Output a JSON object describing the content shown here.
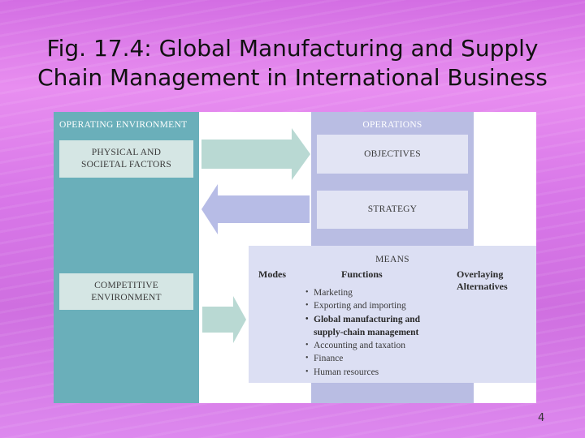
{
  "slide": {
    "title_line1": "Fig. 17.4: Global Manufacturing and Supply",
    "title_line2": "Chain Management in International Business",
    "page_number": "4"
  },
  "diagram": {
    "operating_environment": {
      "header": "OPERATING ENVIRONMENT",
      "physical_box_line1": "PHYSICAL AND",
      "physical_box_line2": "SOCIETAL FACTORS",
      "competitive_box_line1": "COMPETITIVE",
      "competitive_box_line2": "ENVIRONMENT"
    },
    "operations": {
      "header": "OPERATIONS",
      "objectives": "OBJECTIVES",
      "strategy": "STRATEGY"
    },
    "means": {
      "title": "MEANS",
      "modes_header": "Modes",
      "functions_header": "Functions",
      "overlaying_line1": "Overlaying",
      "overlaying_line2": "Alternatives",
      "functions": [
        "Marketing",
        "Exporting and importing",
        "Global manufacturing and",
        "supply-chain management",
        "Accounting and taxation",
        "Finance",
        "Human resources"
      ]
    },
    "colors": {
      "environment_column": "#6aafba",
      "operations_column": "#b9bde3",
      "right_arrow": "#b9d9d3",
      "left_arrow": "#b7bce6"
    }
  }
}
